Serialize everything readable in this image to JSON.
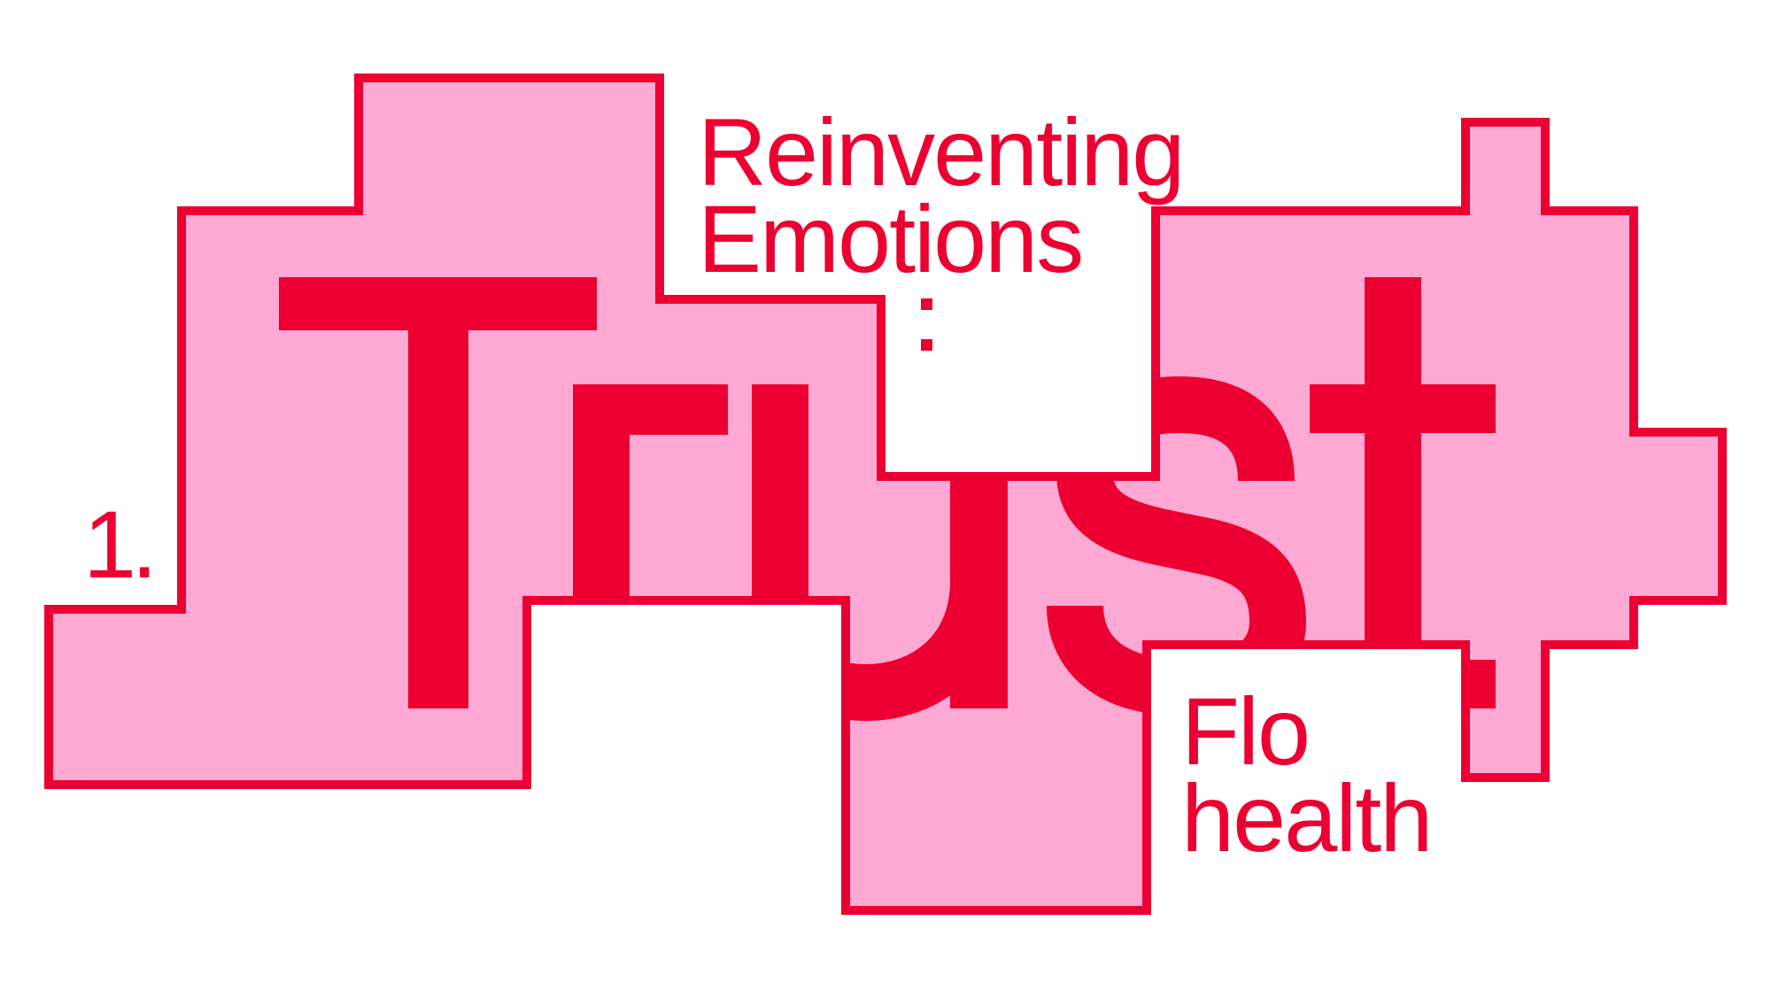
{
  "colors": {
    "accent_red": "#EC0031",
    "pink_fill": "#FDA9D4",
    "background": "#FFFFFF"
  },
  "headline": {
    "word": "Trust."
  },
  "subtitle": {
    "line1": "Reinventing",
    "line2": "Emotions",
    "separator": ":"
  },
  "episode": {
    "number": "1."
  },
  "brand": {
    "line1": "Flo",
    "line2": "health"
  }
}
